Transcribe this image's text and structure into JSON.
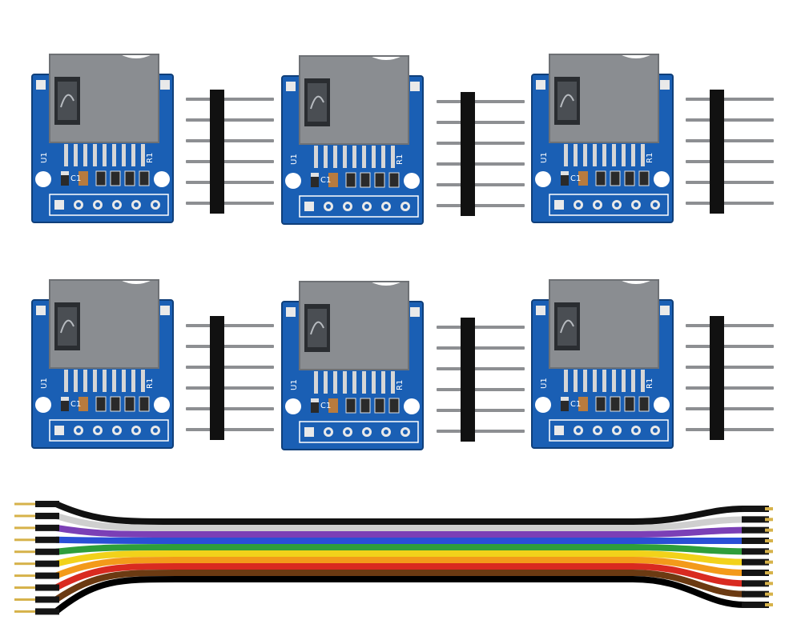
{
  "product": {
    "module_count": 6,
    "header_pin_count": 6,
    "board_color": "#1a5fb4",
    "socket_color": "#8a8d91",
    "header_color": "#111111"
  },
  "module": {
    "silkscreen": {
      "u1": "U1",
      "c1": "C1",
      "r1": "R1"
    }
  },
  "cable": {
    "wire_count": 10,
    "wire_colors": [
      "#111111",
      "#cfcfcf",
      "#7b3fb6",
      "#2a4fd6",
      "#2e9e3a",
      "#f2d21a",
      "#f39a1a",
      "#d92a20",
      "#6b3a12",
      "#000000"
    ]
  }
}
